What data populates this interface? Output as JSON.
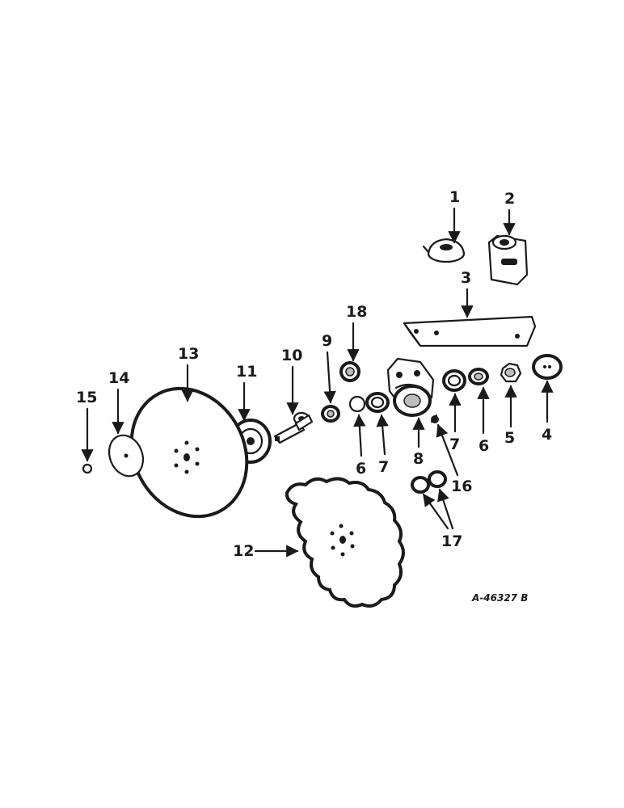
{
  "figure": {
    "reference_code": "A-46327 B",
    "callouts": {
      "c1": "1",
      "c2": "2",
      "c3": "3",
      "c4": "4",
      "c5": "5",
      "c6a": "6",
      "c6b": "6",
      "c7a": "7",
      "c7b": "7",
      "c8": "8",
      "c9": "9",
      "c10": "10",
      "c11": "11",
      "c12": "12",
      "c13": "13",
      "c14": "14",
      "c15": "15",
      "c16": "16",
      "c17": "17",
      "c18": "18"
    }
  }
}
